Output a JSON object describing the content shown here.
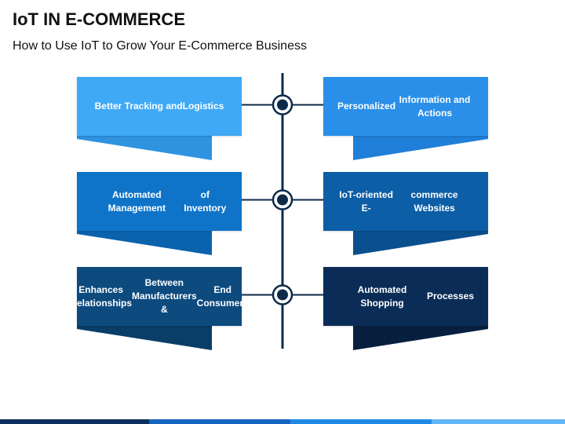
{
  "header": {
    "title": "IoT IN E-COMMERCE",
    "subtitle": "How to Use IoT to Grow Your E-Commerce Business"
  },
  "items": [
    {
      "id": "left-1",
      "lines": [
        "Better Tracking and",
        "Logistics"
      ],
      "color": "#3fa9f5",
      "tail": "#2f93e0"
    },
    {
      "id": "right-1",
      "lines": [
        "Personalized",
        "Information and Actions"
      ],
      "color": "#2a8fe8",
      "tail": "#1f7ed8"
    },
    {
      "id": "left-2",
      "lines": [
        "Automated Management",
        "of Inventory"
      ],
      "color": "#0f74c8",
      "tail": "#0b62ad"
    },
    {
      "id": "right-2",
      "lines": [
        "IoT-oriented E-",
        "commerce Websites"
      ],
      "color": "#0c5ea6",
      "tail": "#0a4f8e"
    },
    {
      "id": "left-3",
      "lines": [
        "Enhances Relationships",
        "Between Manufacturers &",
        "End Consumers"
      ],
      "color": "#0d4a7e",
      "tail": "#0a3d68"
    },
    {
      "id": "right-3",
      "lines": [
        "Automated Shopping",
        "Processes"
      ],
      "color": "#0a2c57",
      "tail": "#081f40"
    }
  ],
  "colors": {
    "timeline": "#0d2a4a",
    "footer": [
      "#0b2f5e",
      "#1565c0",
      "#1e88e5",
      "#64b5f6"
    ]
  }
}
